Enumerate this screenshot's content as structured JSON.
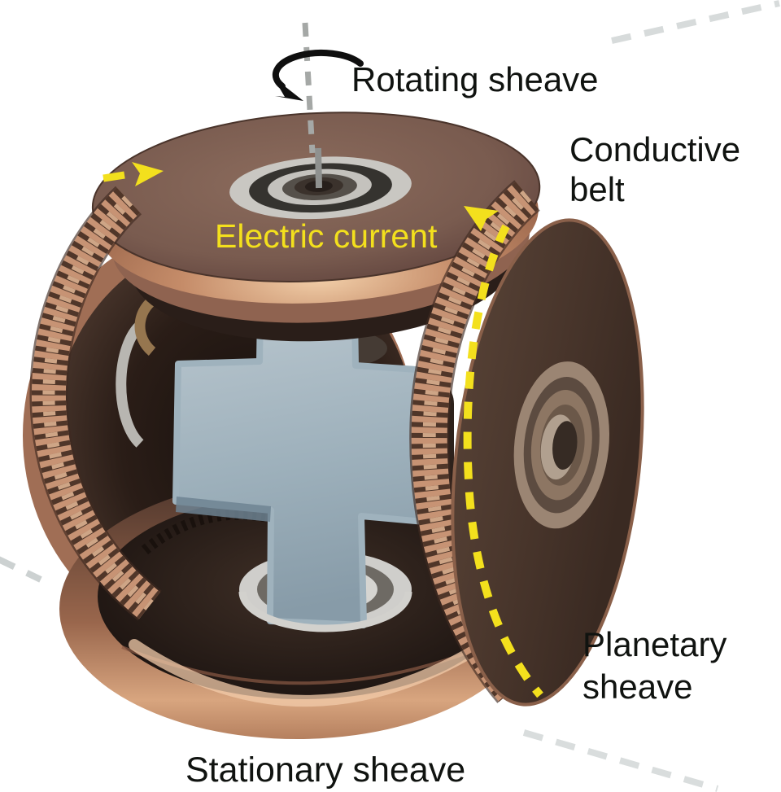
{
  "figure": {
    "type": "3d-mechanical-diagram",
    "labels": {
      "rotating_sheave": "Rotating sheave",
      "conductive_belt_line1": "Conductive",
      "conductive_belt_line2": "belt",
      "electric_current": "Electric current",
      "planetary_sheave_line1": "Planetary",
      "planetary_sheave_line2": "sheave",
      "stationary_sheave": "Stationary sheave"
    },
    "colors": {
      "background": "#ffffff",
      "label_text": "#101310",
      "current_yellow": "#f3e01d",
      "copper_light": "#eec29e",
      "copper_mid": "#bb8263",
      "copper_dark": "#7c4f3b",
      "top_face_brown": "#7b5d51",
      "planetary_face_dark": "#4b372d",
      "cross_steel_blue": "#a3b5c0",
      "silver": "#cccbc7",
      "guide_dash_gray": "#d7dbdb",
      "axis_dash_gray": "#a5a8a6",
      "rotation_arrow_black": "#0f0f0f"
    }
  }
}
